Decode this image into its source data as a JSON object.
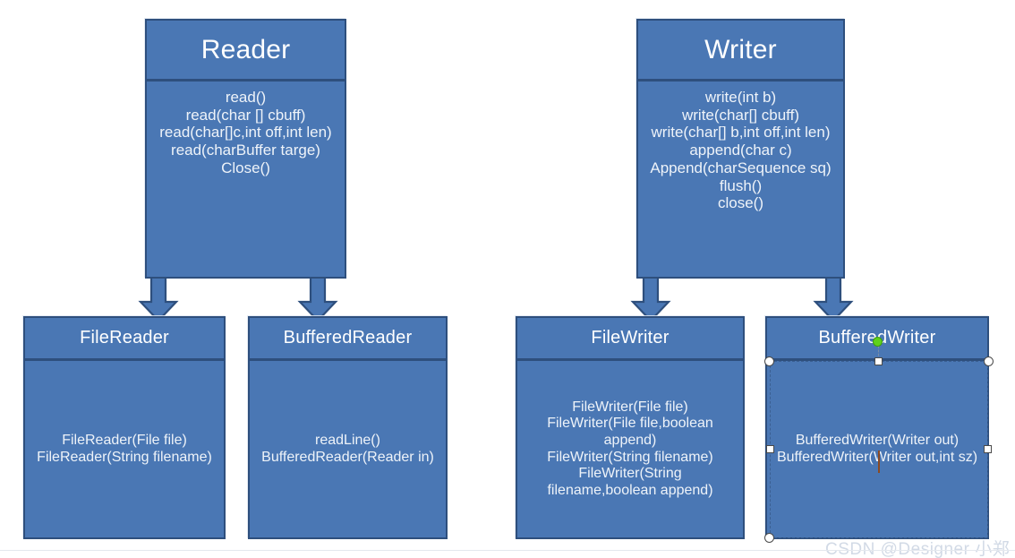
{
  "diagram": {
    "title": "Java Reader/Writer class hierarchy",
    "colors": {
      "box_fill": "#4a77b4",
      "box_border": "#2e4f7d",
      "text": "#ffffff",
      "arrow_fill": "#4a77b4",
      "arrow_border": "#2e4f7d",
      "rotate_handle": "#5fd21a",
      "caret": "#8a4a23",
      "watermark": "#d2dae6"
    },
    "classes": [
      {
        "id": "reader",
        "name": "Reader",
        "role": "superclass",
        "members": "read()\nread(char [] cbuff)\nread(char[]c,int off,int len)\nread(charBuffer targe)\nClose()"
      },
      {
        "id": "writer",
        "name": "Writer",
        "role": "superclass",
        "members": "write(int b)\nwrite(char[] cbuff)\nwrite(char[] b,int off,int len)\nappend(char c)\nAppend(charSequence sq)\nflush()\nclose()"
      },
      {
        "id": "filereader",
        "name": "FileReader",
        "role": "subclass",
        "parent": "Reader",
        "members": "FileReader(File file)\nFileReader(String filename)"
      },
      {
        "id": "bufferedreader",
        "name": "BufferedReader",
        "role": "subclass",
        "parent": "Reader",
        "members": "readLine()\nBufferedReader(Reader in)"
      },
      {
        "id": "filewriter",
        "name": "FileWriter",
        "role": "subclass",
        "parent": "Writer",
        "members": "FileWriter(File file)\nFileWriter(File file,boolean append)\nFileWriter(String filename)\nFileWriter(String filename,boolean append)"
      },
      {
        "id": "bufferedwriter",
        "name": "BufferedWriter",
        "role": "subclass",
        "parent": "Writer",
        "selected": true,
        "members": "BufferedWriter(Writer out)\nBufferedWriter(Writer out,int sz)"
      }
    ],
    "connectors": [
      {
        "id": "reader-to-filereader",
        "from": "Reader",
        "to": "FileReader",
        "style": "block-arrow-down"
      },
      {
        "id": "reader-to-bufferedreader",
        "from": "Reader",
        "to": "BufferedReader",
        "style": "block-arrow-down"
      },
      {
        "id": "writer-to-filewriter",
        "from": "Writer",
        "to": "FileWriter",
        "style": "block-arrow-down"
      },
      {
        "id": "writer-to-bufferedwriter",
        "from": "Writer",
        "to": "BufferedWriter",
        "style": "block-arrow-down"
      }
    ],
    "watermark": "CSDN @Designer 小郑"
  }
}
